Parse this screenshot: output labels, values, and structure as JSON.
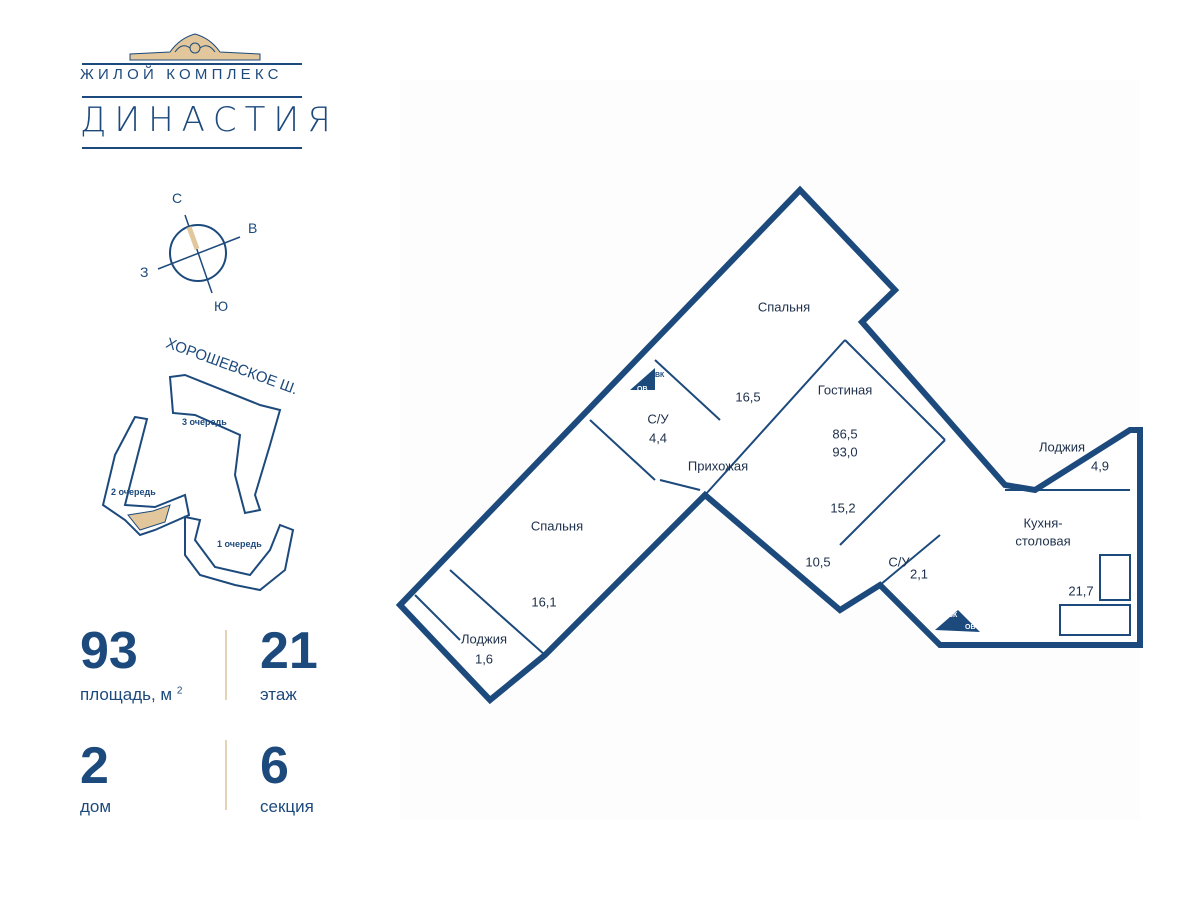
{
  "logo": {
    "subtitle": "ЖИЛОЙ КОМПЛЕКС",
    "name": "ДИНАСТИЯ"
  },
  "compass": {
    "north": "С",
    "east": "В",
    "west": "З",
    "south": "Ю"
  },
  "site_plan": {
    "street": "ХОРОШЕВСКОЕ Ш.",
    "phase3": "3 очередь",
    "phase2": "2 очередь",
    "phase1": "1 очередь"
  },
  "stats": {
    "area": {
      "value": "93",
      "label": "площадь, м",
      "sup": "2"
    },
    "floor": {
      "value": "21",
      "label": "этаж"
    },
    "house": {
      "value": "2",
      "label": "дом"
    },
    "section": {
      "value": "6",
      "label": "секция"
    }
  },
  "plan": {
    "rooms": [
      {
        "name": "Спальня",
        "area": "16,5"
      },
      {
        "name": "Гостиная",
        "area": "15,2"
      },
      {
        "name": "Лоджия",
        "area": "4,9"
      },
      {
        "name": "С/У",
        "area": "4,4"
      },
      {
        "name": "Прихожая",
        "area": "10,5"
      },
      {
        "name": "Кухня-",
        "name2": "столовая",
        "area": "21,7"
      },
      {
        "name": "Спальня",
        "area": "16,1"
      },
      {
        "name": "С/У",
        "area": "2,1"
      },
      {
        "name": "Лоджия",
        "area": "1,6"
      }
    ],
    "total_living": "86,5",
    "total": "93,0",
    "shaft_vk": "ВК",
    "shaft_ov": "ОВ"
  },
  "colors": {
    "primary": "#1d4a7c",
    "accent": "#e1c79b"
  }
}
